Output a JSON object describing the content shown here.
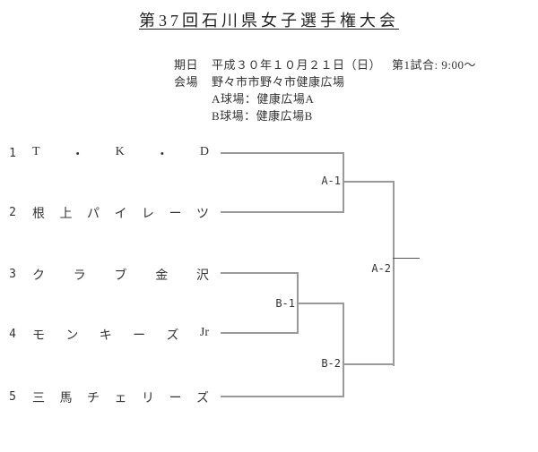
{
  "title": "第37回石川県女子選手権大会",
  "info": {
    "date_label": "期日",
    "date_value": "平成３０年１０月２１日（日）",
    "first_game": "第1試合: 9:00～",
    "venue_label": "会場",
    "venue_value": "野々市市野々市健康広場",
    "field_a": "A球場：健康広場A",
    "field_b": "B球場：健康広場B"
  },
  "bracket": {
    "teams": [
      {
        "seed": "1",
        "name": "T・K・D"
      },
      {
        "seed": "2",
        "name": "根上パイレーツ"
      },
      {
        "seed": "3",
        "name": "クラブ金沢"
      },
      {
        "seed": "4",
        "name": "モンキーズJr"
      },
      {
        "seed": "5",
        "name": "三馬チェリーズ"
      }
    ],
    "matches": [
      {
        "id": "A-1"
      },
      {
        "id": "A-2"
      },
      {
        "id": "B-1"
      },
      {
        "id": "B-2"
      }
    ]
  },
  "colors": {
    "line": "#9a9a9a",
    "final_line": "#555555",
    "text": "#333333"
  }
}
